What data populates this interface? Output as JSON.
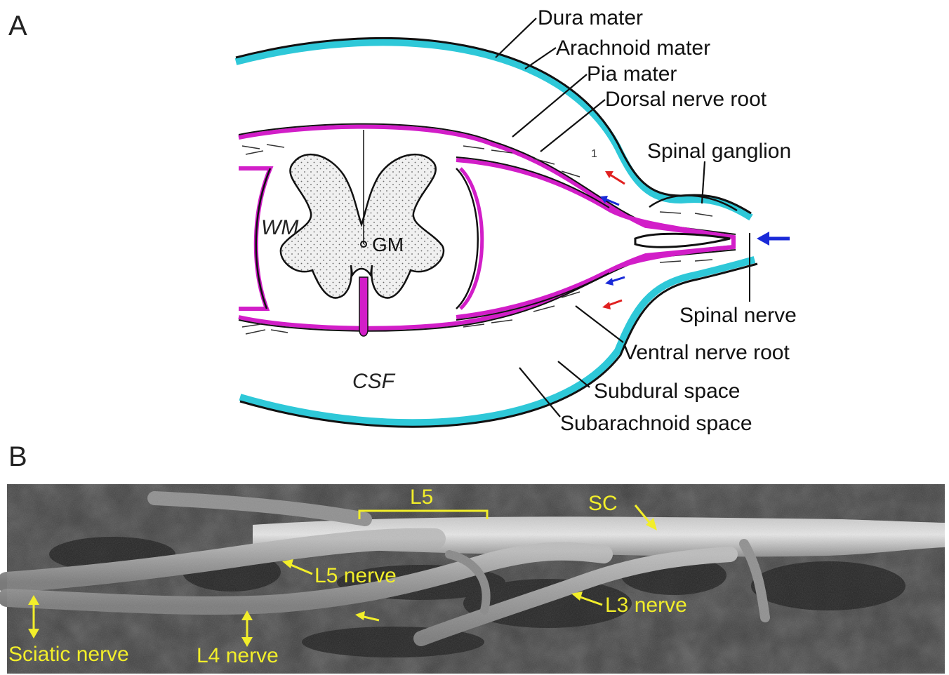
{
  "panel_a": {
    "letter": "A",
    "labels": {
      "dura_mater": "Dura mater",
      "arachnoid_mater": "Arachnoid mater",
      "pia_mater": "Pia mater",
      "dorsal_nerve_root": "Dorsal nerve root",
      "spinal_ganglion": "Spinal ganglion",
      "spinal_nerve": "Spinal nerve",
      "ventral_nerve_root": "Ventral nerve root",
      "subdural_space": "Subdural space",
      "subarachnoid_space": "Subarachnoid space",
      "wm": "WM",
      "gm": "GM",
      "csf": "CSF",
      "arrow_number": "1"
    },
    "colors": {
      "pia": "#d21ec8",
      "arachnoid": "#2ec8d8",
      "outline": "#111111",
      "arrow_red": "#e02020",
      "arrow_blue": "#1a2ad8",
      "gray_matter_fill": "#f0f0f0"
    }
  },
  "panel_b": {
    "letter": "B",
    "labels": {
      "l5": "L5",
      "sc": "SC",
      "l5_nerve": "L5 nerve",
      "l3_nerve": "L3 nerve",
      "sciatic_nerve": "Sciatic nerve",
      "l4_nerve": "L4 nerve"
    },
    "colors": {
      "label": "#f2ee2a",
      "background": "#3a3a3a"
    }
  }
}
